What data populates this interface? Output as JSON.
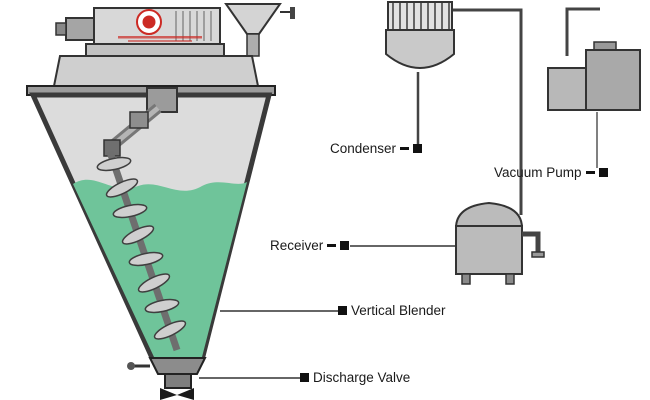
{
  "diagram": {
    "type": "equipment-schematic",
    "labels": {
      "condenser": "Condenser",
      "vacuum_pump": "Vacuum Pump",
      "receiver": "Receiver",
      "vertical_blender": "Vertical Blender",
      "discharge_valve": "Discharge Valve"
    },
    "colors": {
      "outline": "#333333",
      "vessel_light": "#dcdcdc",
      "vessel_mid": "#bbbbbb",
      "vessel_dark": "#8c8c8c",
      "material_green": "#6fc49a",
      "logo_red": "#cc2a24",
      "marker_black": "#111111"
    }
  }
}
